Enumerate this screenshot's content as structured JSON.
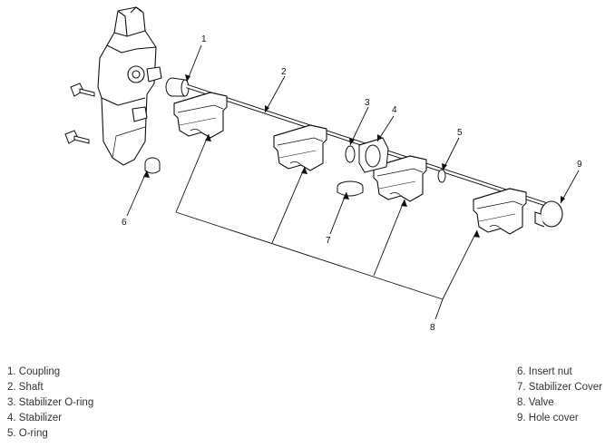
{
  "callouts": [
    "1",
    "2",
    "3",
    "4",
    "5",
    "6",
    "7",
    "8",
    "9"
  ],
  "legend_left": [
    "1. Coupling",
    "2. Shaft",
    "3. Stabilizer O-ring",
    "4. Stabilizer",
    "5. O-ring"
  ],
  "legend_right": [
    "6. Insert nut",
    "7. Stabilizer Cover",
    "8. Valve",
    "9. Hole cover"
  ]
}
